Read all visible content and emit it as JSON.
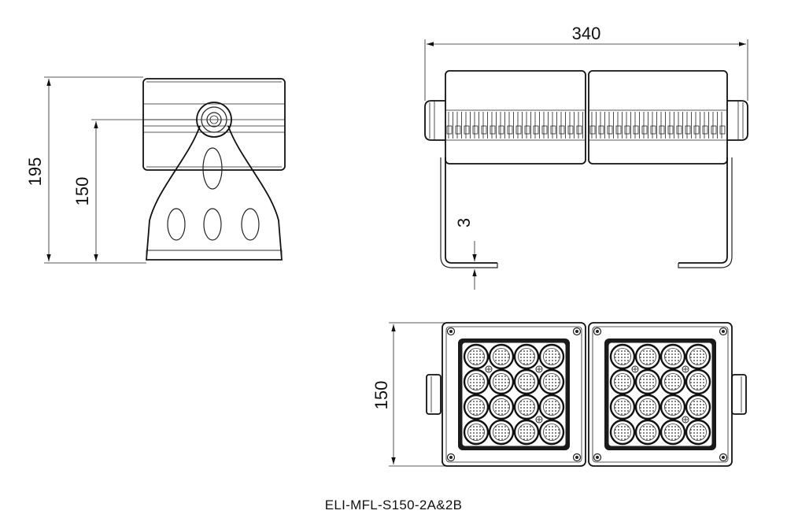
{
  "dimensions": {
    "side_height_total": "195",
    "side_height_pivot": "150",
    "top_width": "340",
    "bracket_thickness": "3",
    "front_height": "150"
  },
  "model": "ELI-MFL-S150-2A&2B",
  "led_grid": {
    "modules": 2,
    "rows": 4,
    "cols": 4
  }
}
